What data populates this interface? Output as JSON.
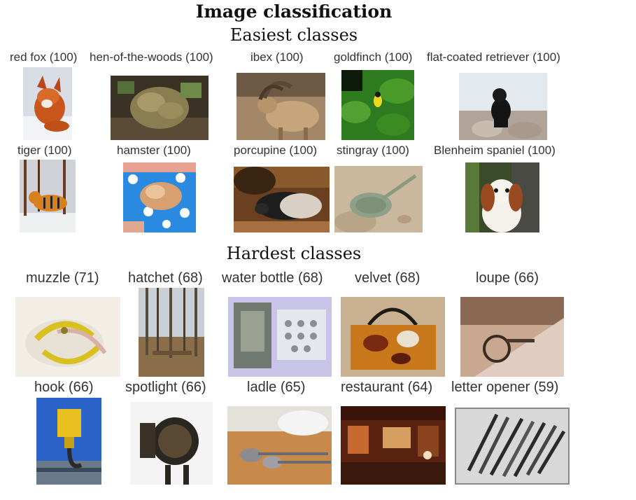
{
  "title": "Image classification",
  "easiest": {
    "heading": "Easiest classes",
    "items": [
      {
        "label": "red fox (100)"
      },
      {
        "label": "hen-of-the-woods (100)"
      },
      {
        "label": "ibex (100)"
      },
      {
        "label": "goldfinch (100)"
      },
      {
        "label": "flat-coated retriever (100)"
      },
      {
        "label": "tiger (100)"
      },
      {
        "label": "hamster (100)"
      },
      {
        "label": "porcupine (100)"
      },
      {
        "label": "stingray (100)"
      },
      {
        "label": "Blenheim spaniel (100)"
      }
    ]
  },
  "hardest": {
    "heading": "Hardest classes",
    "items": [
      {
        "label": "muzzle (71)"
      },
      {
        "label": "hatchet (68)"
      },
      {
        "label": "water bottle (68)"
      },
      {
        "label": "velvet (68)"
      },
      {
        "label": "loupe (66)"
      },
      {
        "label": "hook (66)"
      },
      {
        "label": "spotlight (66)"
      },
      {
        "label": "ladle (65)"
      },
      {
        "label": "restaurant (64)"
      },
      {
        "label": "letter opener (59)"
      }
    ]
  }
}
